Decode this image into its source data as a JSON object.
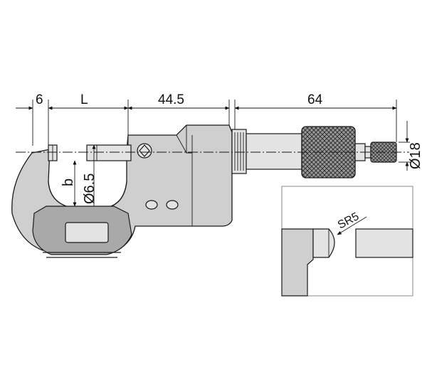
{
  "dimensions": {
    "anvil_width": "6",
    "range_length": "L",
    "body_to_sleeve": "44.5",
    "thimble_length": "64",
    "spindle_diameter": "Ø6.5",
    "depth": "b",
    "ratchet_diameter": "Ø18"
  },
  "inset": {
    "radius_label": "SR5"
  }
}
